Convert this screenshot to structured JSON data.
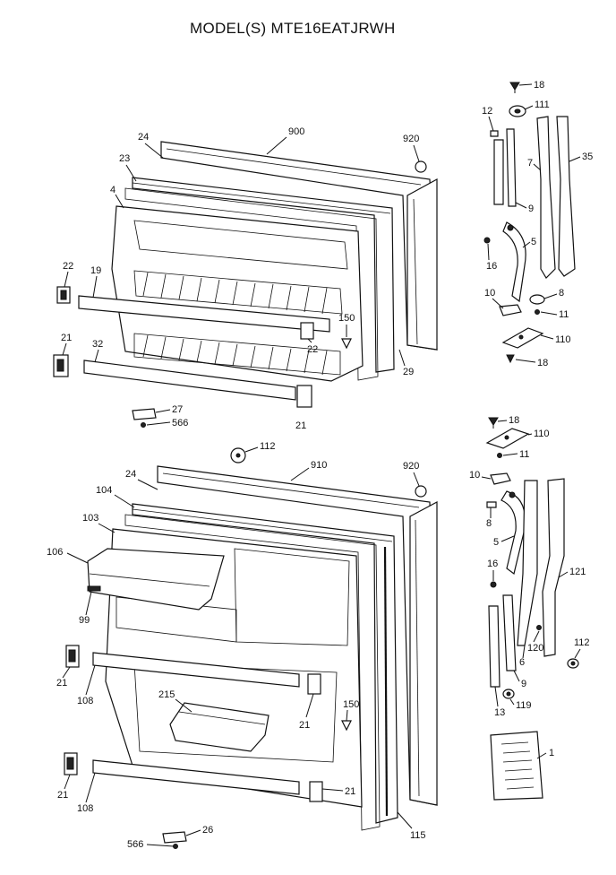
{
  "title": "MODEL(S) MTE16EATJRWH",
  "freezer_door_callouts": {
    "c900": "900",
    "c920": "920",
    "c24": "24",
    "c23": "23",
    "c4": "4",
    "c22a": "22",
    "c19": "19",
    "c21a": "21",
    "c32": "32",
    "c22b": "22",
    "c150": "150",
    "c29": "29",
    "c27": "27",
    "c566": "566",
    "c21b": "21"
  },
  "freezer_hardware_callouts": {
    "c18a": "18",
    "c111": "111",
    "c12": "12",
    "c35": "35",
    "c7": "7",
    "c9": "9",
    "c5": "5",
    "c16": "16",
    "c10": "10",
    "c8": "8",
    "c11": "11",
    "c110": "110",
    "c18b": "18"
  },
  "fresh_door_callouts": {
    "c112a": "112",
    "c910": "910",
    "c920": "920",
    "c24": "24",
    "c104": "104",
    "c103": "103",
    "c106": "106",
    "c99": "99",
    "c21a": "21",
    "c108a": "108",
    "c215": "215",
    "c21b": "21",
    "c150": "150",
    "c21c": "21",
    "c108b": "108",
    "c21d": "21",
    "c115": "115",
    "c566": "566",
    "c26": "26"
  },
  "fresh_hardware_callouts": {
    "c18": "18",
    "c110": "110",
    "c11": "11",
    "c10": "10",
    "c8": "8",
    "c5": "5",
    "c16": "16",
    "c121": "121",
    "c112": "112",
    "c120": "120",
    "c6": "6",
    "c9": "9",
    "c13": "13",
    "c119": "119",
    "c1": "1"
  }
}
